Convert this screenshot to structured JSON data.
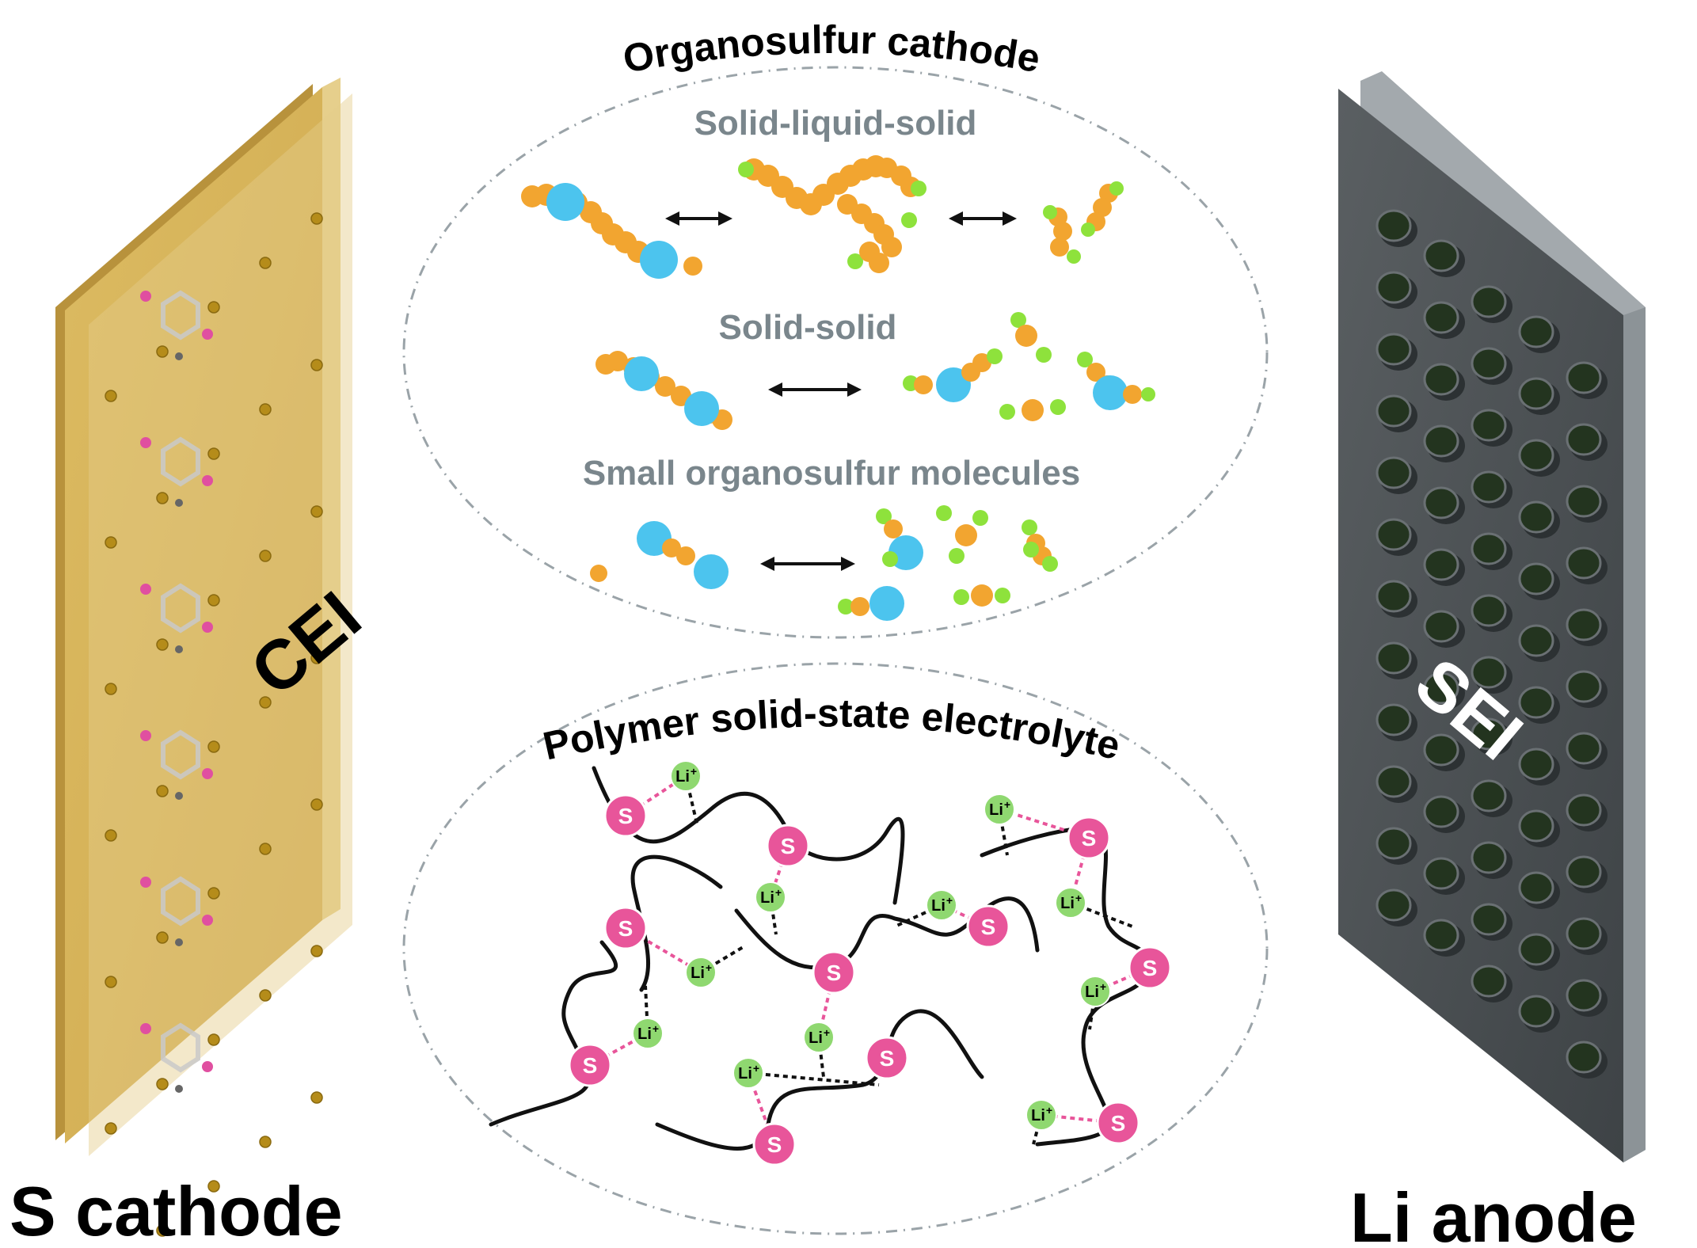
{
  "labels": {
    "cathode": "S cathode",
    "anode": "Li anode",
    "cei": "CEI",
    "sei": "SEI",
    "organosulfur_title": "Organosulfur cathode",
    "mechanism_1": "Solid-liquid-solid",
    "mechanism_2": "Solid-solid",
    "mechanism_3": "Small organosulfur molecules",
    "electrolyte_title": "Polymer solid-state electrolyte",
    "ion_label": "Li",
    "ion_charge": "+",
    "sulfur_label": "S"
  },
  "colors": {
    "cathode_plate": "#d9b55a",
    "cathode_edge": "#e6cf8c",
    "anode_plate": "#4b5053",
    "anode_edge": "#a3a9ad",
    "sulfur_bead": "#f2a530",
    "organic_group": "#4cc4ee",
    "end_group": "#8ee23c",
    "sulfur_site": "#e8559a",
    "li_ion": "#8fd870",
    "chain": "#111111"
  }
}
